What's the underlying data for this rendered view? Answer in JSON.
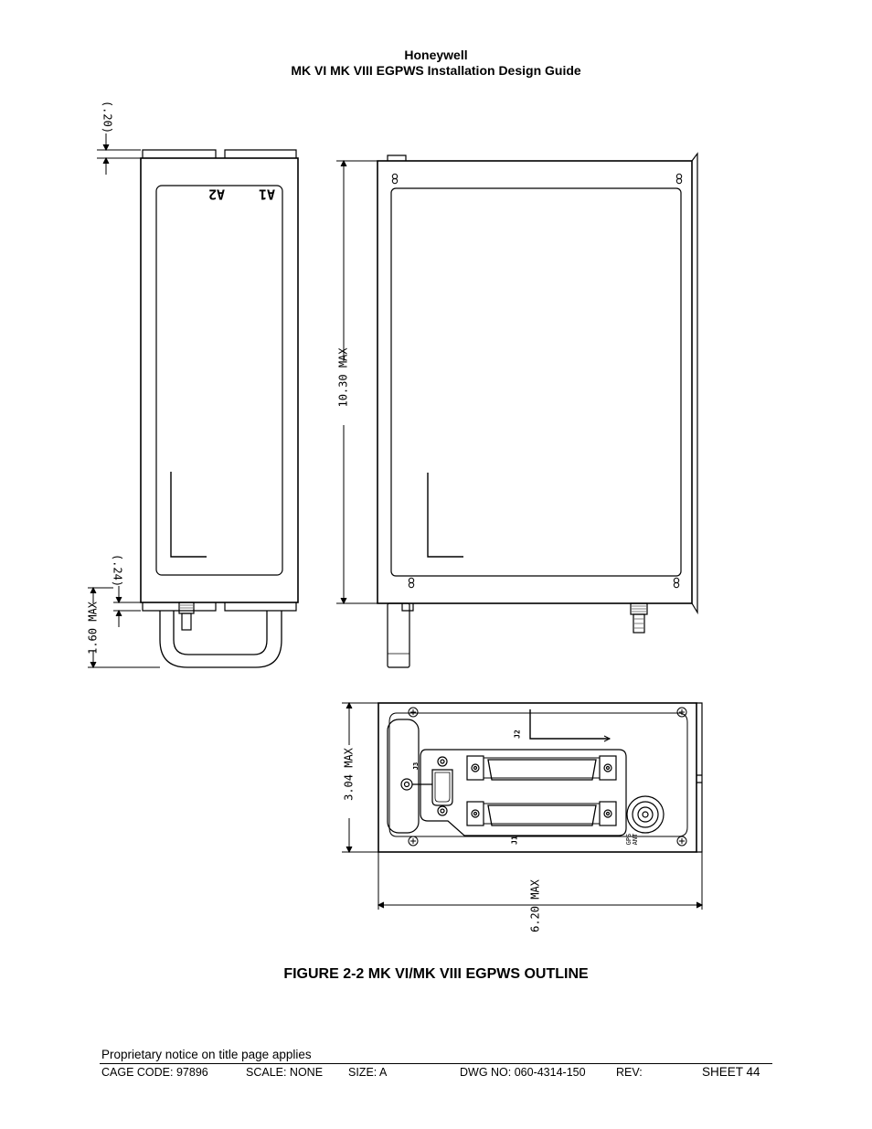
{
  "header": {
    "company": "Honeywell",
    "title": "MK VI  MK VIII EGPWS Installation Design Guide"
  },
  "drawing": {
    "labels": {
      "a1": "A1",
      "a2": "A2",
      "j1": "J1",
      "j2": "J2",
      "j3": "J3",
      "gps_line1": "GPS",
      "gps_line2": "ANT"
    },
    "dimensions": {
      "top_clearance": "(.20)",
      "bottom_clearance": "(.24)",
      "width_max": "1.60 MAX",
      "height_max": "10.30 MAX",
      "front_height_max": "3.04 MAX",
      "depth_max": "6.20 MAX"
    }
  },
  "caption": "FIGURE 2-2  MK VI/MK VIII EGPWS OUTLINE",
  "footer": {
    "notice": "Proprietary notice on title page applies",
    "cage_code": "CAGE CODE: 97896",
    "scale": "SCALE: NONE",
    "size": "SIZE: A",
    "dwg_no": "DWG NO: 060-4314-150",
    "rev": "REV:",
    "sheet": "SHEET 44"
  }
}
